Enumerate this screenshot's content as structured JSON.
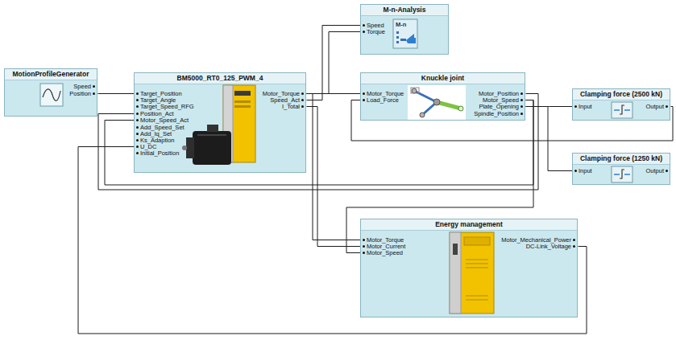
{
  "diagram": {
    "nodes": [
      {
        "text": [
          "MotionProfileGenerator",
          "Speed",
          "Position"
        ]
      },
      {
        "text": [
          "BM5000_RT0_125_PWM_4",
          "Target_Position",
          "Target_Angle",
          "Target_Speed_RFG",
          "Position_Act",
          "Motor_Speed_Act",
          "Add_Speed_Set",
          "Add_Iq_Set",
          "Ks_Adaption",
          "U_DC",
          "Initial_Position",
          "Motor_Torque",
          "Speed_Act",
          "I_Total"
        ]
      },
      {
        "text": [
          "M-n-Analysis",
          "Speed",
          "Torque"
        ]
      },
      {
        "text": [
          "Knuckle joint",
          "Motor_Torque",
          "Load_Force",
          "Motor_Position",
          "Motor_Speed",
          "Plate_Opening",
          "Spindle_Position"
        ]
      },
      {
        "text": [
          "Clamping force (2500 kN)",
          "Input",
          "Output"
        ]
      },
      {
        "text": [
          "Clamping force (1250 kN)",
          "Input",
          "Output"
        ]
      },
      {
        "text": [
          "Energy management",
          "Motor_Torque",
          "Motor_Current",
          "Motor_Speed",
          "Motor_Mechanical_Power",
          "DC-Link_Voltage"
        ]
      }
    ],
    "edges": [
      {
        "from": 0,
        "to": 1,
        "arrow": "none"
      },
      {
        "from": 1,
        "to": 2,
        "arrow": "none"
      },
      {
        "from": 1,
        "to": 2,
        "arrow": "none"
      },
      {
        "from": 1,
        "to": 3,
        "arrow": "none"
      },
      {
        "from": 1,
        "to": 6,
        "arrow": "none"
      },
      {
        "from": 1,
        "to": 6,
        "arrow": "none"
      },
      {
        "from": 3,
        "to": 1,
        "arrow": "none"
      },
      {
        "from": 3,
        "to": 1,
        "arrow": "none"
      },
      {
        "from": 3,
        "to": 6,
        "arrow": "none"
      },
      {
        "from": 3,
        "to": 4,
        "arrow": "none"
      },
      {
        "from": 3,
        "to": 5,
        "arrow": "none"
      },
      {
        "from": 4,
        "to": 3,
        "arrow": "none"
      },
      {
        "from": 6,
        "to": 1,
        "arrow": "none"
      }
    ],
    "labels": [
      "M-n"
    ]
  }
}
